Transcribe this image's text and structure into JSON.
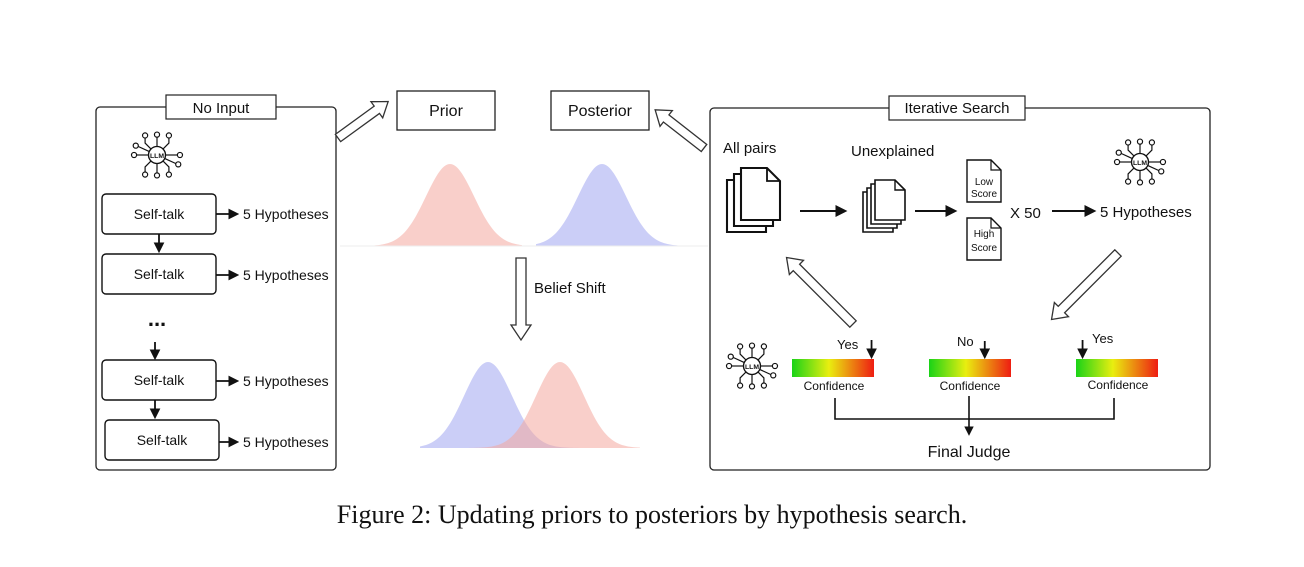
{
  "no_input": {
    "title": "No Input",
    "llm_label": "LLM",
    "steps": [
      {
        "label": "Self-talk",
        "output": "5 Hypotheses"
      },
      {
        "label": "Self-talk",
        "output": "5 Hypotheses"
      },
      {
        "label": "Self-talk",
        "output": "5 Hypotheses"
      },
      {
        "label": "Self-talk",
        "output": "5 Hypotheses"
      }
    ],
    "ellipsis": "..."
  },
  "center": {
    "prior_label": "Prior",
    "posterior_label": "Posterior",
    "belief_shift": "Belief Shift",
    "colors": {
      "prior": "#f4a89e",
      "posterior": "#a9aef2"
    }
  },
  "iterative_search": {
    "title": "Iterative Search",
    "all_pairs": "All pairs",
    "unexplained": "Unexplained",
    "low_score": [
      "Low",
      "Score"
    ],
    "high_score": [
      "High",
      "Score"
    ],
    "multiplier": "X 50",
    "hypotheses": "5 Hypotheses",
    "llm_label": "LLM",
    "judges": [
      {
        "answer": "Yes",
        "confidence_label": "Confidence",
        "level": 0.97
      },
      {
        "answer": "No",
        "confidence_label": "Confidence",
        "level": 0.68
      },
      {
        "answer": "Yes",
        "confidence_label": "Confidence",
        "level": 0.08
      }
    ],
    "final_judge": "Final Judge"
  },
  "caption": "Figure 2: Updating priors to posteriors by hypothesis search."
}
